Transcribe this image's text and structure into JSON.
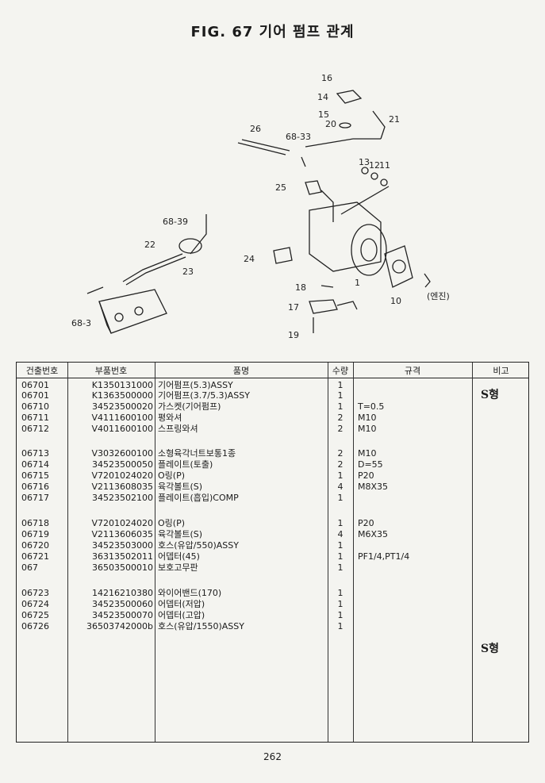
{
  "title": "FIG. 67 기어 펌프 관계",
  "diagram": {
    "labels": [
      "16",
      "14",
      "15",
      "20",
      "21",
      "26",
      "68-33",
      "13",
      "12",
      "11",
      "25",
      "68-39",
      "22",
      "23",
      "24",
      "1",
      "10",
      "(엔진)",
      "18",
      "17",
      "68-3",
      "19"
    ]
  },
  "table": {
    "headers": [
      "건출번호",
      "부품번호",
      "품명",
      "수량",
      "규격",
      "비고"
    ],
    "rows": [
      {
        "code": "06701",
        "part": "K1350131000",
        "name": "기어펌프(5.3)ASSY",
        "qty": "1",
        "spec": ""
      },
      {
        "code": "06701",
        "part": "K1363500000",
        "name": "기어펌프(3.7/5.3)ASSY",
        "qty": "1",
        "spec": ""
      },
      {
        "code": "06710",
        "part": "34523500020",
        "name": "가스켓(기어펌프)",
        "qty": "1",
        "spec": "T=0.5"
      },
      {
        "code": "06711",
        "part": "V4111600100",
        "name": "평와셔",
        "qty": "2",
        "spec": "M10"
      },
      {
        "code": "06712",
        "part": "V4011600100",
        "name": "스프링와셔",
        "qty": "2",
        "spec": "M10"
      },
      {
        "code": "06713",
        "part": "V3032600100",
        "name": "소형육각너트보통1종",
        "qty": "2",
        "spec": "M10"
      },
      {
        "code": "06714",
        "part": "34523500050",
        "name": "플레이트(토출)",
        "qty": "2",
        "spec": "D=55"
      },
      {
        "code": "06715",
        "part": "V7201024020",
        "name": "O링(P)",
        "qty": "1",
        "spec": "P20"
      },
      {
        "code": "06716",
        "part": "V2113608035",
        "name": "육각볼트(S)",
        "qty": "4",
        "spec": "M8X35"
      },
      {
        "code": "06717",
        "part": "34523502100",
        "name": "플레이트(흡입)COMP",
        "qty": "1",
        "spec": ""
      },
      {
        "code": "06718",
        "part": "V7201024020",
        "name": "O링(P)",
        "qty": "1",
        "spec": "P20"
      },
      {
        "code": "06719",
        "part": "V2113606035",
        "name": "육각볼트(S)",
        "qty": "4",
        "spec": "M6X35"
      },
      {
        "code": "06720",
        "part": "34523503000",
        "name": "호스(유압/550)ASSY",
        "qty": "1",
        "spec": ""
      },
      {
        "code": "06721",
        "part": "36313502011",
        "name": "어뎁터(45)",
        "qty": "1",
        "spec": "PF1/4,PT1/4"
      },
      {
        "code": "067",
        "part": "36503500010",
        "name": "보호고무판",
        "qty": "1",
        "spec": ""
      },
      {
        "code": "06723",
        "part": "14216210380",
        "name": "와이어밴드(170)",
        "qty": "1",
        "spec": ""
      },
      {
        "code": "06724",
        "part": "34523500060",
        "name": "어뎁터(저압)",
        "qty": "1",
        "spec": ""
      },
      {
        "code": "06725",
        "part": "34523500070",
        "name": "어뎁터(고압)",
        "qty": "1",
        "spec": ""
      },
      {
        "code": "06726",
        "part": "36503742000b",
        "name": "호스(유압/1550)ASSY",
        "qty": "1",
        "spec": ""
      }
    ],
    "notes": [
      "S형",
      "S형"
    ]
  },
  "page_number": "262"
}
